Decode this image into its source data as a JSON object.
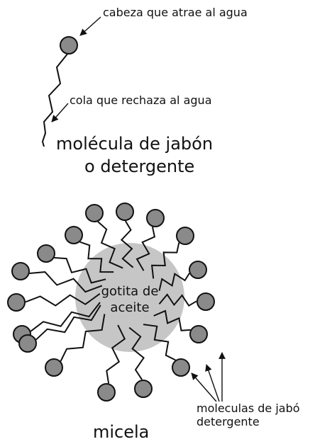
{
  "top": {
    "head_label": "cabeza que atrae al agua",
    "tail_label": "cola que rechaza al agua",
    "title_line1": "molécula de  jabón",
    "title_line2": "o detergente"
  },
  "micelle": {
    "core_label_line1": "gotita de",
    "core_label_line2": "aceite",
    "molecules_label_line1": "moleculas de jabó",
    "molecules_label_line2": "detergente",
    "title": "micela"
  },
  "colors": {
    "oil_droplet": "#c6c6c6",
    "head_fill": "#8a8a8a",
    "stroke": "#111111"
  }
}
